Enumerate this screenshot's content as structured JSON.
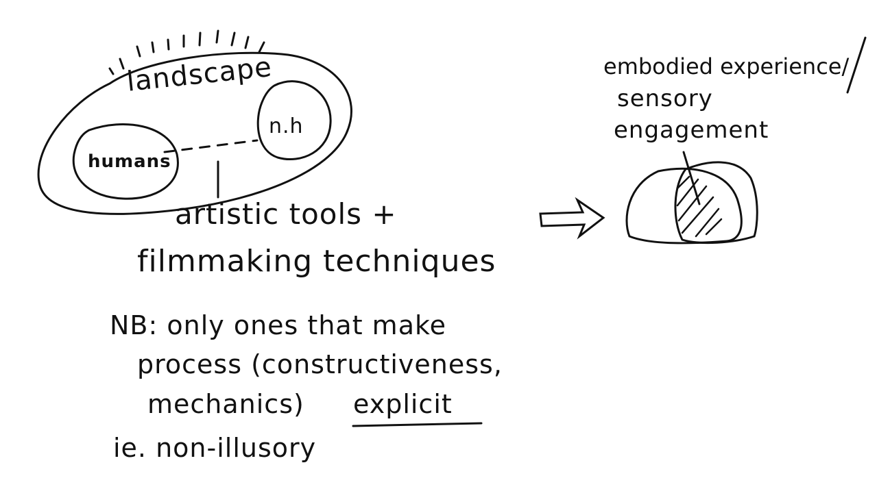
{
  "left_diagram": {
    "outer_label": "landscape",
    "circle_left_label": "humans",
    "circle_right_label": "n.h"
  },
  "tools_note": {
    "line1": "artistic tools +",
    "line2": "filmmaking techniques"
  },
  "nb_note": {
    "line1": "NB: only ones that make",
    "line2": "process (constructiveness,",
    "line3_a": "mechanics)",
    "line3_b": "explicit",
    "line4": "ie. non-illusory"
  },
  "right_diagram": {
    "label_line1": "embodied experience/",
    "label_line2": "sensory",
    "label_line3": "engagement"
  },
  "colors": {
    "ink": "#111111",
    "paper": "#ffffff"
  }
}
